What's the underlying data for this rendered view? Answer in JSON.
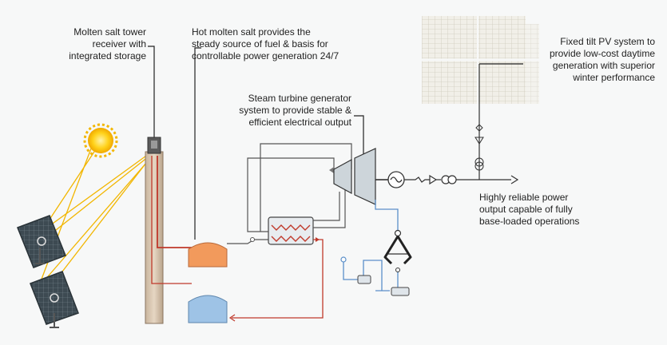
{
  "labels": {
    "tower": "Molten salt tower\nreceiver with\nintegrated storage",
    "hot_salt": "Hot molten salt provides the\nsteady source of fuel & basis for\ncontrollable power generation 24/7",
    "turbine": "Steam turbine generator\nsystem to provide stable &\nefficient electrical output",
    "pv": "Fixed tilt PV system to\nprovide low-cost daytime\ngeneration with superior\nwinter performance",
    "output": "Highly reliable power\noutput capable of fully\nbase-loaded operations"
  },
  "colors": {
    "hot_line": "#c0392b",
    "cold_line": "#5b8fc9",
    "leader": "#222222",
    "sun_ray": "#f2b600",
    "hot_tank": "#f29a5c",
    "cold_tank": "#9ec3e6",
    "tower": "#d9c2a8",
    "pipe": "#555555"
  }
}
